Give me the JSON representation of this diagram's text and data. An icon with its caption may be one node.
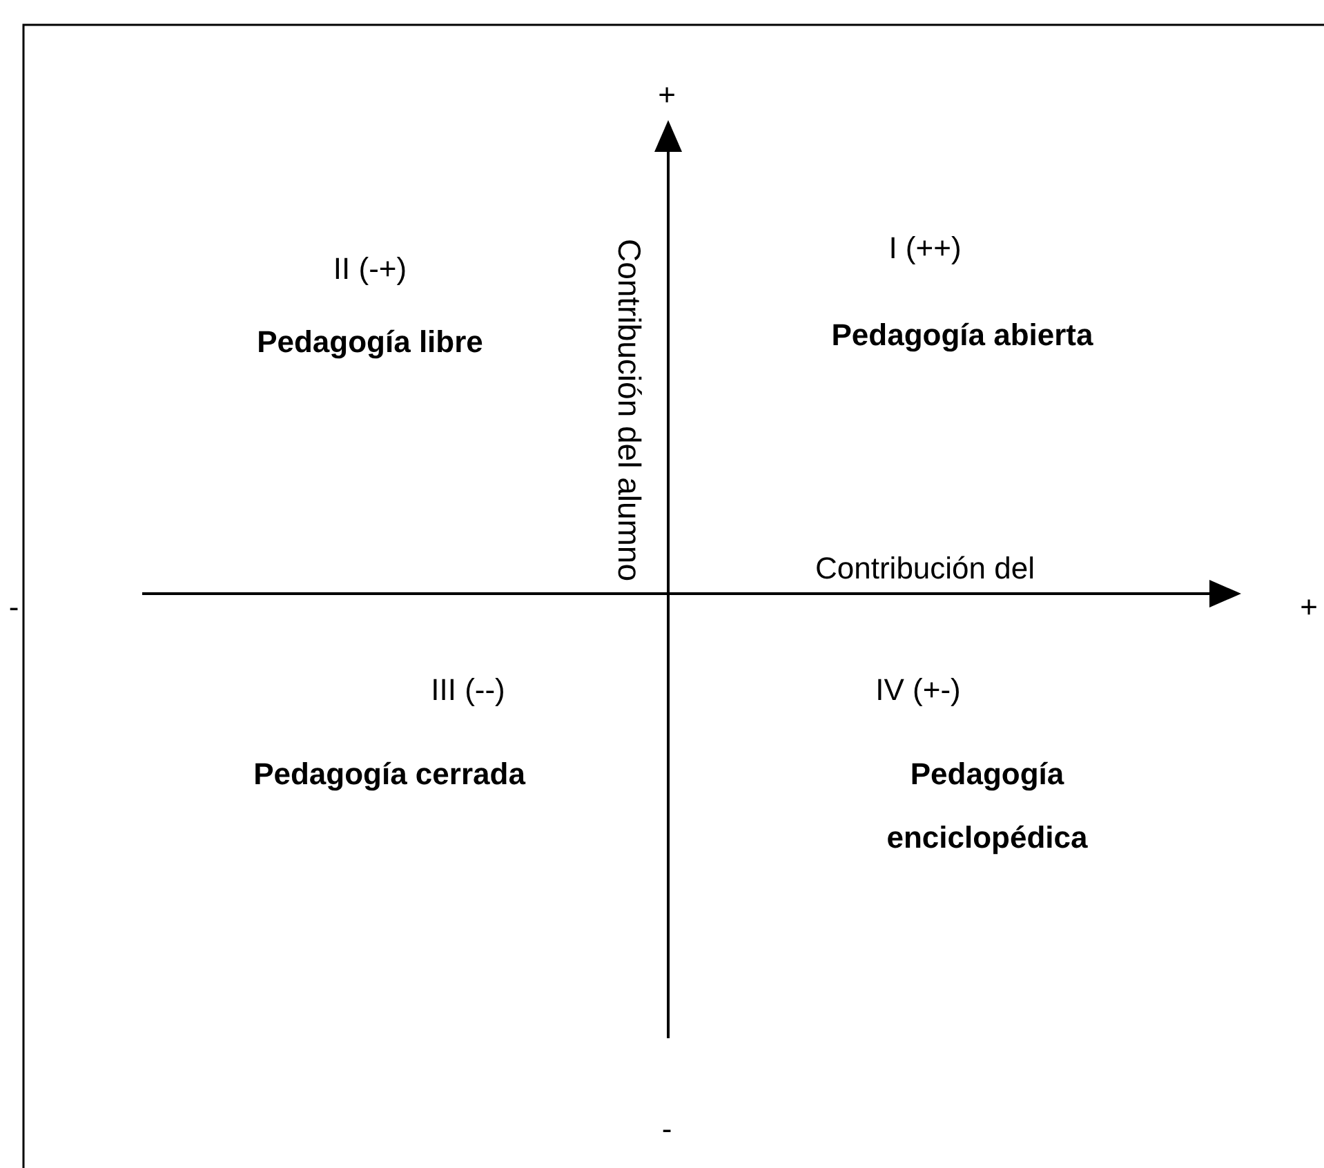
{
  "diagram": {
    "labels": [
      "+",
      "II (-+)",
      "I (++)",
      "Pedagogía libre",
      "Pedagogía abierta",
      "Contribución del alumno",
      "-",
      "Contribución del",
      "+",
      "III (--)",
      "IV (+-)",
      "Pedagogía cerrada",
      "Pedagogía enciclopédica",
      "-"
    ]
  }
}
